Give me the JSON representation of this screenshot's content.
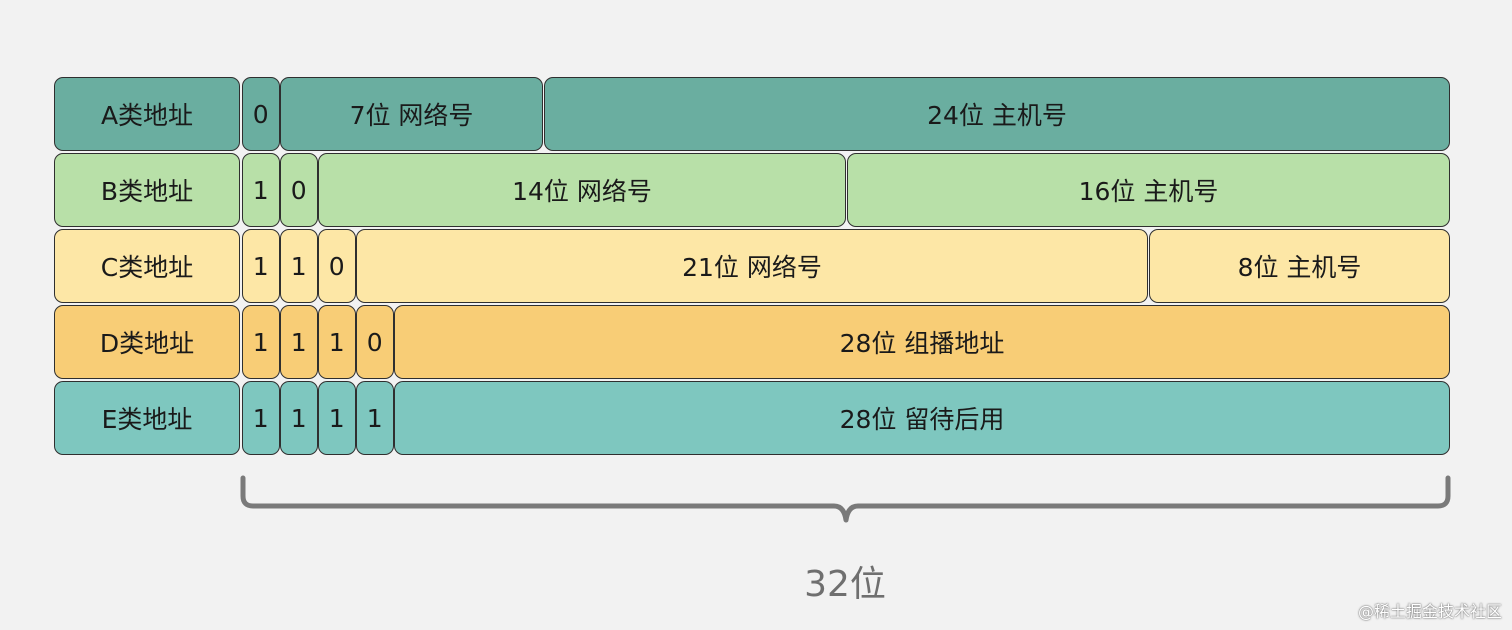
{
  "rows": [
    {
      "label": "A类地址",
      "bits": [
        "0"
      ],
      "fields": [
        "7位 网络号",
        "24位 主机号"
      ],
      "color": "#6aaea0"
    },
    {
      "label": "B类地址",
      "bits": [
        "1",
        "0"
      ],
      "fields": [
        "14位 网络号",
        "16位 主机号"
      ],
      "color": "#b8e0a8"
    },
    {
      "label": "C类地址",
      "bits": [
        "1",
        "1",
        "0"
      ],
      "fields": [
        "21位 网络号",
        "8位 主机号"
      ],
      "color": "#fde7a6"
    },
    {
      "label": "D类地址",
      "bits": [
        "1",
        "1",
        "1",
        "0"
      ],
      "fields": [
        "28位 组播地址"
      ],
      "color": "#f8cd76"
    },
    {
      "label": "E类地址",
      "bits": [
        "1",
        "1",
        "1",
        "1"
      ],
      "fields": [
        "28位 留待后用"
      ],
      "color": "#7ec7bf"
    }
  ],
  "total_label": "32位",
  "watermark": "@稀土掘金技术社区"
}
